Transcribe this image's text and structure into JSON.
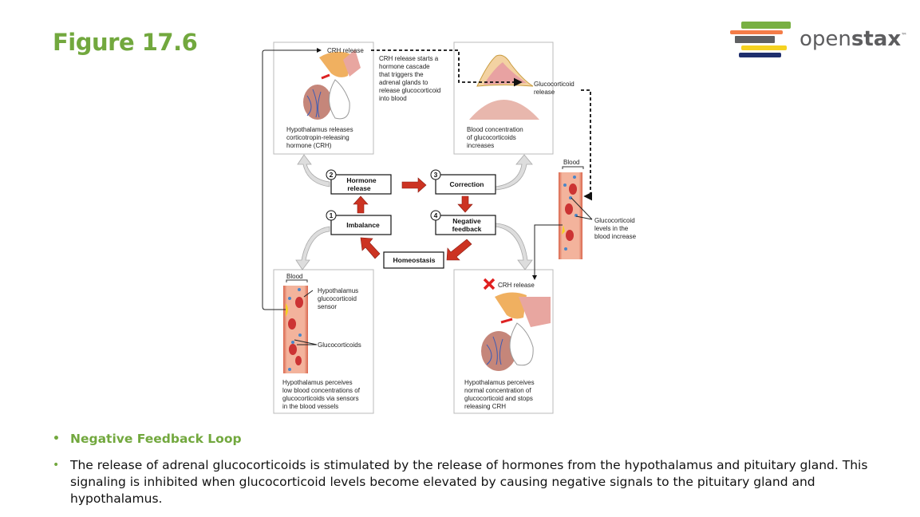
{
  "slide": {
    "title": "Figure 17.6",
    "logo": {
      "text_light": "open",
      "text_bold": "stax",
      "tm": "™",
      "colors": [
        "#78b042",
        "#f47c48",
        "#5f6062",
        "#f5d220",
        "#1f2f6e"
      ]
    },
    "accent_color": "#72a83e"
  },
  "diagram": {
    "steps": [
      {
        "number": "1",
        "label": [
          "Imbalance"
        ]
      },
      {
        "number": "2",
        "label": [
          "Hormone",
          "release"
        ]
      },
      {
        "number": "3",
        "label": [
          "Correction"
        ]
      },
      {
        "number": "4",
        "label": [
          "Negative",
          "feedback"
        ]
      }
    ],
    "homeostasis": "Homeostasis",
    "panel_tl": {
      "crh_release": "CRH release",
      "cascade": [
        "CRH release starts a",
        "hormone cascade",
        "that triggers the",
        "adrenal glands to",
        "release glucocorticoid",
        "into blood"
      ],
      "caption": [
        "Hypothalamus releases",
        "corticotropin-releasing",
        "hormone (CRH)"
      ]
    },
    "panel_tr": {
      "gc_release": [
        "Glucocorticoid",
        "release"
      ],
      "caption": [
        "Blood concentration",
        "of glucocorticoids",
        "increases"
      ]
    },
    "vessel_right": {
      "blood": "Blood",
      "label": [
        "Glucocorticoid",
        "levels in the",
        "blood increase"
      ]
    },
    "panel_bl": {
      "blood": "Blood",
      "sensor": [
        "Hypothalamus",
        "glucocorticoid",
        "sensor"
      ],
      "glucocorticoids": "Glucocorticoids",
      "caption": [
        "Hypothalamus perceives",
        "low blood concentrations of",
        "glucocorticoids via sensors",
        "in the blood vessels"
      ]
    },
    "panel_br": {
      "crh_release": "CRH release",
      "caption": [
        "Hypothalamus perceives",
        "normal concentration of",
        "glucocorticoid and stops",
        "releasing CRH"
      ]
    }
  },
  "bullets": [
    "Negative Feedback Loop",
    "The release of adrenal glucocorticoids is stimulated by the release of hormones from the hypothalamus and pituitary gland. This signaling is inhibited when glucocorticoid levels become elevated by causing negative signals to the pituitary gland and hypothalamus."
  ]
}
